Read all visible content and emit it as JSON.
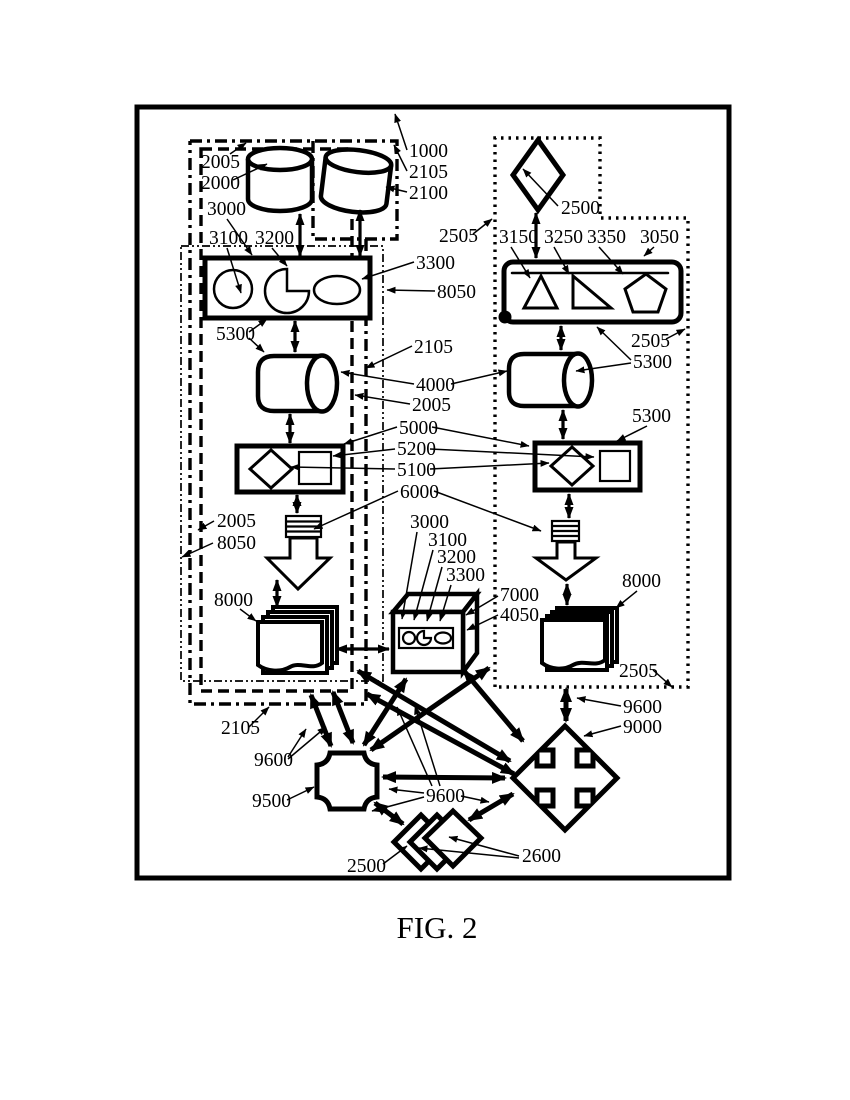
{
  "figure": {
    "caption": "FIG. 2",
    "type": "patent-style block diagram",
    "colors": {
      "ink": "#000000",
      "background": "#ffffff"
    }
  },
  "labels": [
    {
      "text": "2005"
    },
    {
      "text": "2000"
    },
    {
      "text": "3000"
    },
    {
      "text": "3100"
    },
    {
      "text": "3200"
    },
    {
      "text": "5300"
    },
    {
      "text": "2005"
    },
    {
      "text": "8050"
    },
    {
      "text": "8000"
    },
    {
      "text": "2105"
    },
    {
      "text": "9600"
    },
    {
      "text": "9500"
    },
    {
      "text": "2500"
    },
    {
      "text": "1000"
    },
    {
      "text": "2105"
    },
    {
      "text": "2100"
    },
    {
      "text": "3300"
    },
    {
      "text": "8050"
    },
    {
      "text": "2105"
    },
    {
      "text": "4000"
    },
    {
      "text": "2005"
    },
    {
      "text": "5000"
    },
    {
      "text": "5200"
    },
    {
      "text": "5100"
    },
    {
      "text": "6000"
    },
    {
      "text": "3000"
    },
    {
      "text": "3100"
    },
    {
      "text": "3200"
    },
    {
      "text": "3300"
    },
    {
      "text": "7000"
    },
    {
      "text": "4050"
    },
    {
      "text": "9600"
    },
    {
      "text": "2600"
    },
    {
      "text": "2500"
    },
    {
      "text": "2505"
    },
    {
      "text": "3150"
    },
    {
      "text": "3250"
    },
    {
      "text": "3350"
    },
    {
      "text": "3050"
    },
    {
      "text": "2505"
    },
    {
      "text": "5300"
    },
    {
      "text": "5300"
    },
    {
      "text": "8000"
    },
    {
      "text": "2505"
    },
    {
      "text": "9600"
    },
    {
      "text": "9000"
    }
  ]
}
